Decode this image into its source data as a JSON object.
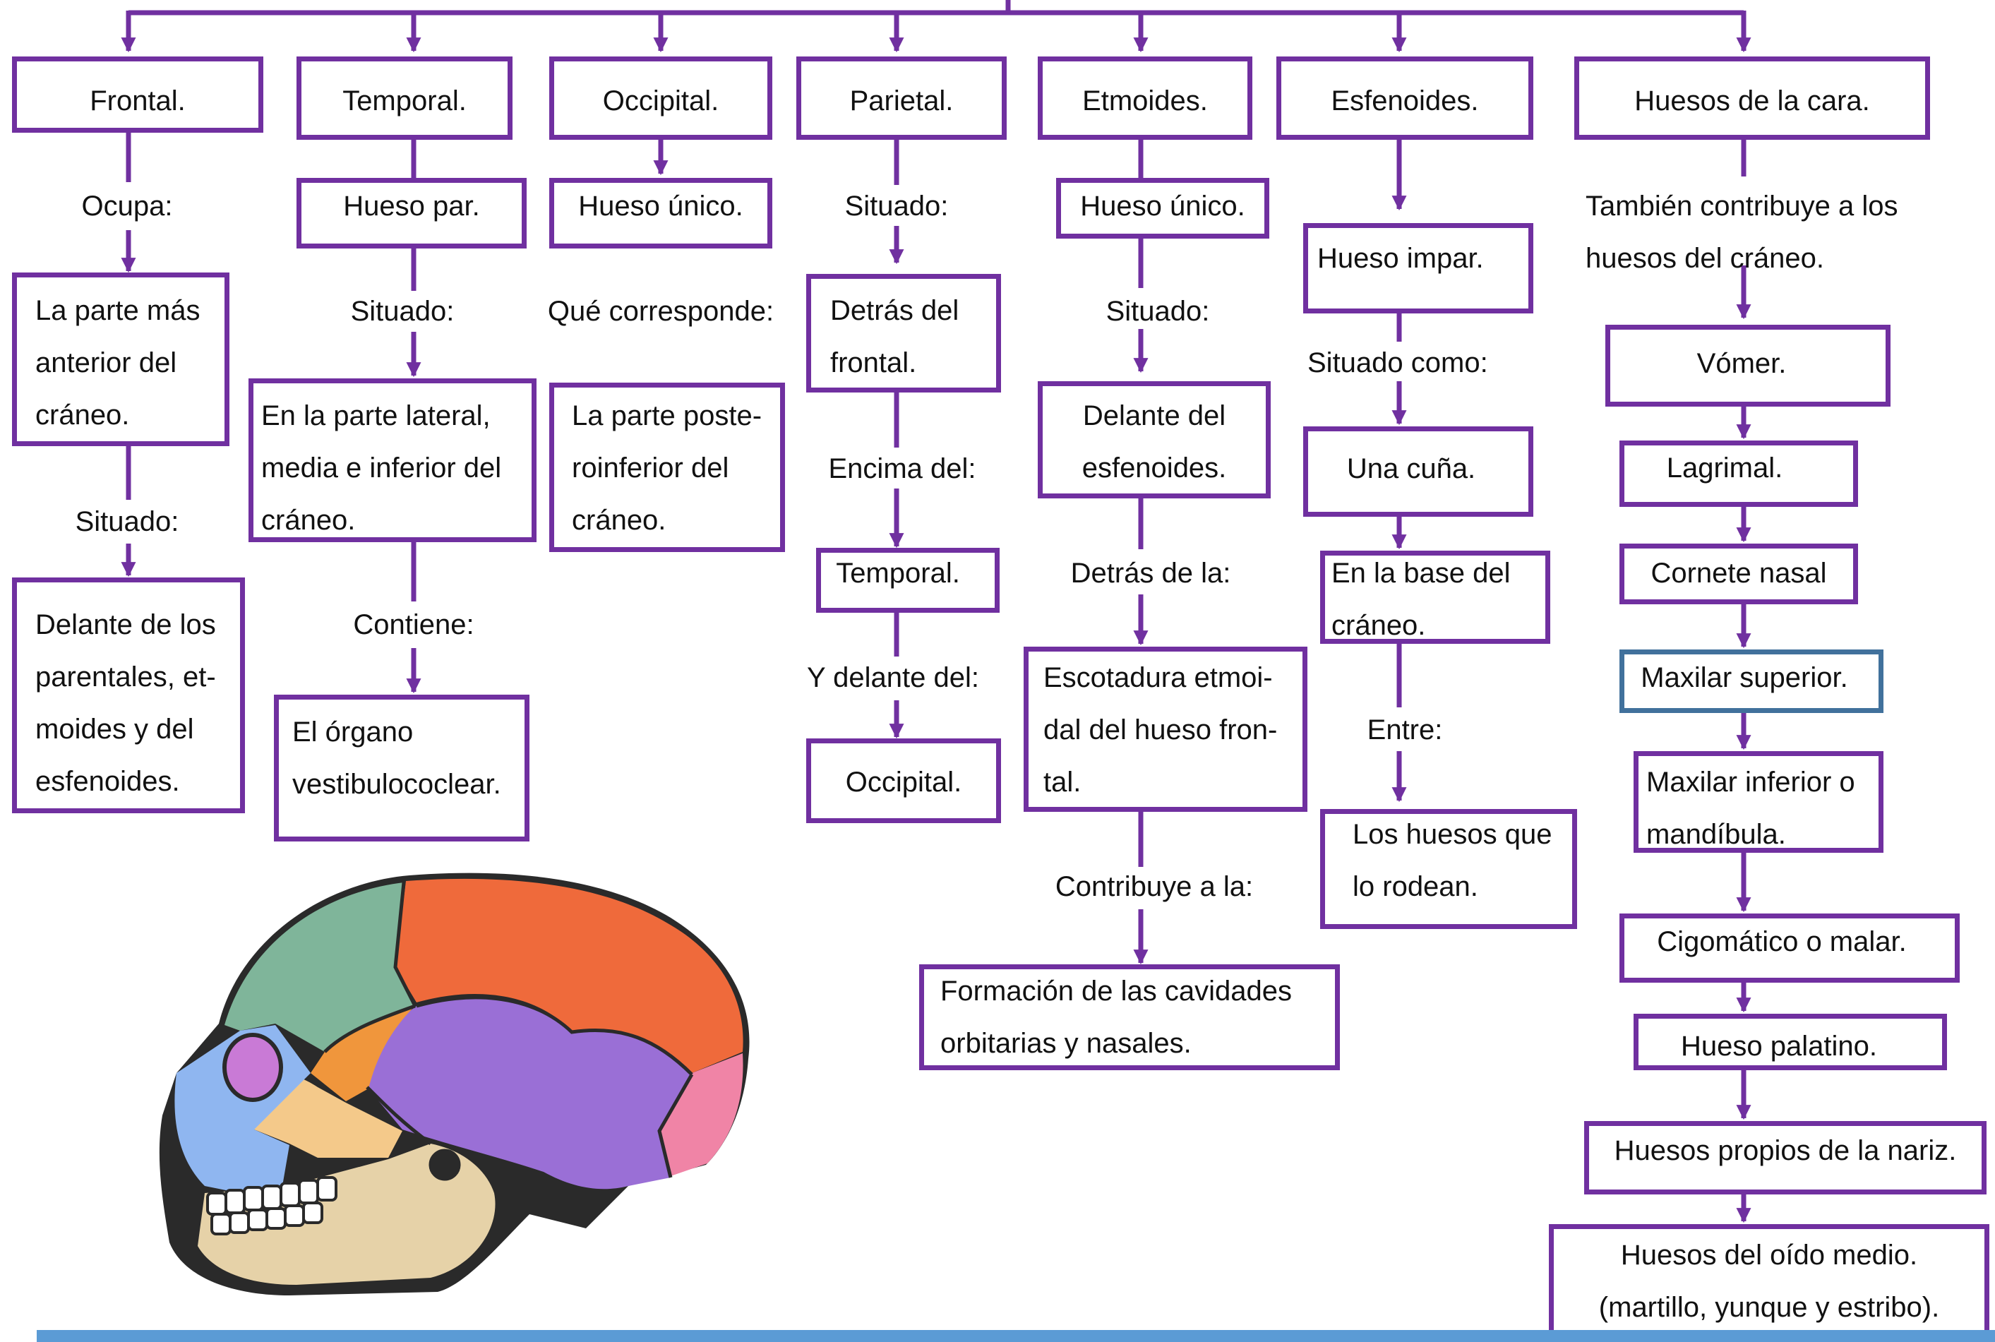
{
  "colors": {
    "box_border": "#7030a0",
    "box_border_blue": "#41719c",
    "footer_bar": "#5b9bd5"
  },
  "headers": {
    "frontal": "Frontal.",
    "temporal": "Temporal.",
    "occipital": "Occipital.",
    "parietal": "Parietal.",
    "etmoides": "Etmoides.",
    "esfenoides": "Esfenoides.",
    "cara": "Huesos de la cara."
  },
  "frontal": {
    "l1": "Ocupa:",
    "b1": "La parte más\nanterior del\ncráneo.",
    "l2": "Situado:",
    "b2": "Delante de los\nparentales, et-\nmoides y del\nesfenoides."
  },
  "temporal": {
    "b1": "Hueso par.",
    "l1": "Situado:",
    "b2": "En la parte lateral,\nmedia e inferior del\ncráneo.",
    "l2": "Contiene:",
    "b3": "El órgano\nvestibulococlear."
  },
  "occipital": {
    "b1": "Hueso único.",
    "l1": "Qué corresponde:",
    "b2": "La parte poste-\nroinferior del\ncráneo."
  },
  "parietal": {
    "l1": "Situado:",
    "b1": "Detrás del\nfrontal.",
    "l2": "Encima del:",
    "b2": "Temporal.",
    "l3": "Y delante del:",
    "b3": "Occipital."
  },
  "etmoides": {
    "b1": "Hueso único.",
    "l1": "Situado:",
    "b2": "Delante del\nesfenoides.",
    "l2": "Detrás de la:",
    "b3": "Escotadura etmoi-\ndal del hueso fron-\ntal.",
    "l3": "Contribuye a la:",
    "b4": "Formación de las cavidades\norbitarias y nasales."
  },
  "esfenoides": {
    "b1": "Hueso impar.",
    "l1": "Situado como:",
    "b2": "Una cuña.",
    "b3": "En la base del\ncráneo.",
    "l2": "Entre:",
    "b4": "Los huesos que\nlo rodean."
  },
  "cara": {
    "l1": "También contribuye a los\nhuesos del cráneo.",
    "items": [
      "Vómer.",
      "Lagrimal.",
      "Cornete nasal",
      "Maxilar superior.",
      "Maxilar inferior o\nmandíbula.",
      "Cigomático o malar.",
      "Hueso palatino.",
      "Huesos propios de la nariz.",
      "Huesos del oído medio.\n(martillo, yunque y estribo)."
    ]
  }
}
